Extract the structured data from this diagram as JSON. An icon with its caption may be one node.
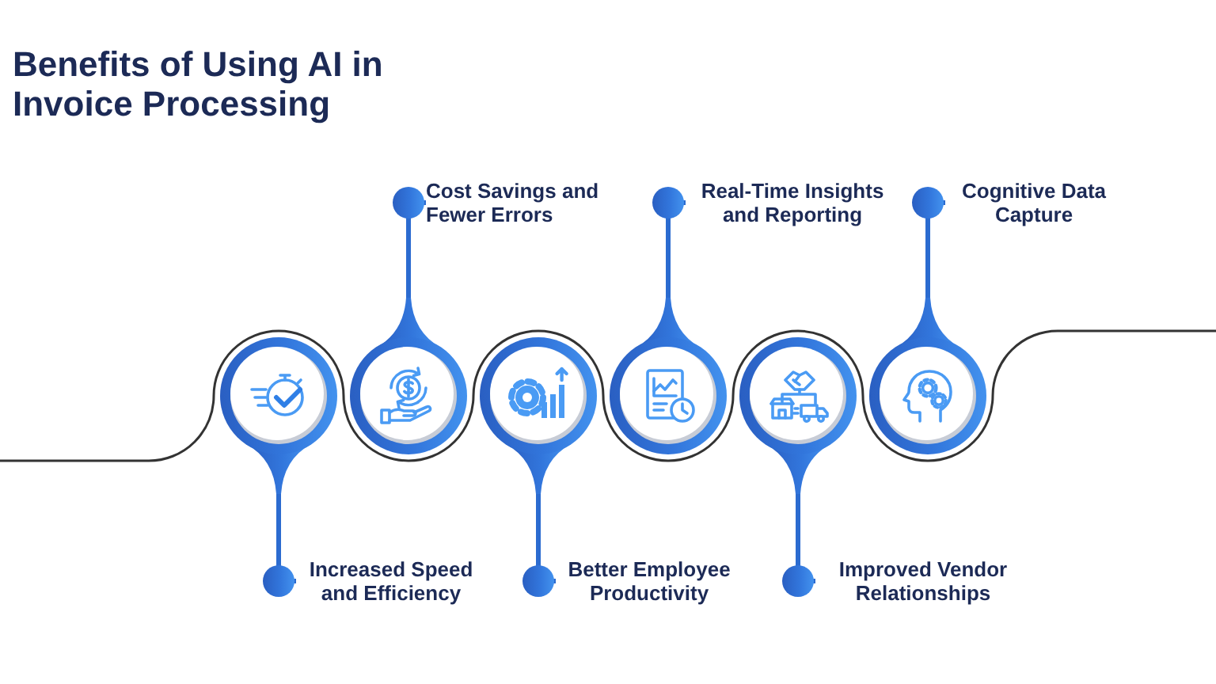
{
  "diagram": {
    "title": "Benefits of Using AI in Invoice Processing",
    "nodes": [
      {
        "text": [
          "Increased Speed and Efficiency"
        ]
      },
      {
        "text": [],
        "shape": "circle"
      },
      {
        "text": [
          "Cost Savings and Fewer Errors"
        ]
      },
      {
        "text": [],
        "shape": "circle"
      },
      {
        "text": [
          "Better Employee Productivity"
        ]
      },
      {
        "text": [],
        "shape": "circle"
      },
      {
        "text": [
          "Real-Time Insights and Reporting"
        ]
      },
      {
        "text": [],
        "shape": "circle"
      },
      {
        "text": [
          "Improved Vendor Relationships"
        ]
      },
      {
        "text": [],
        "shape": "circle"
      },
      {
        "text": [
          "Cognitive Data Capture"
        ]
      },
      {
        "text": [],
        "shape": "circle"
      }
    ],
    "edges": [
      {
        "from": 0,
        "to": 1,
        "arrow": "other"
      },
      {
        "from": 2,
        "to": 3,
        "arrow": "other"
      },
      {
        "from": 4,
        "to": 5,
        "arrow": "other"
      },
      {
        "from": 6,
        "to": 7,
        "arrow": "other"
      },
      {
        "from": 8,
        "to": 9,
        "arrow": "other"
      },
      {
        "from": 10,
        "to": 11,
        "arrow": "other"
      }
    ]
  }
}
